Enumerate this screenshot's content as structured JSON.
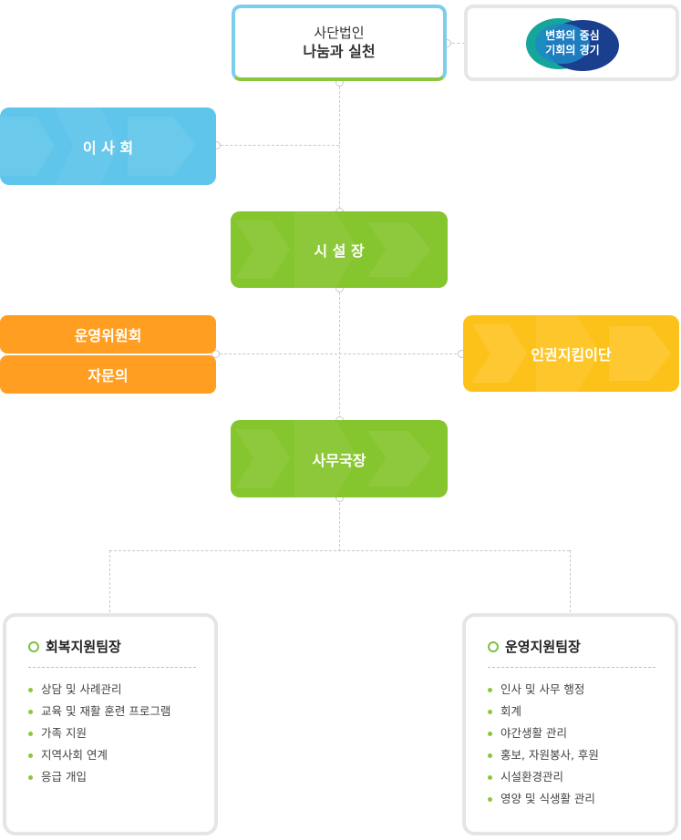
{
  "org": {
    "top": {
      "line1": "사단법인",
      "line2": "나눔과 실천"
    },
    "slogan": {
      "line1": "변화의 중심",
      "line2": "기회의 경기"
    },
    "board": "이 사 회",
    "director": "시 설 장",
    "committee": "운영위원회",
    "advisory": "자문의",
    "rights_team": "인권지킴이단",
    "secretary": "사무국장"
  },
  "teams": [
    {
      "title": "회복지원팀장",
      "items": [
        "상담 및 사례관리",
        "교육 및 재활 훈련 프로그램",
        "가족 지원",
        "지역사회 연계",
        "응급 개입"
      ]
    },
    {
      "title": "운영지원팀장",
      "items": [
        "인사 및 사무 행정",
        "회계",
        "야간생활 관리",
        "홍보, 자원봉사, 후원",
        "시설환경관리",
        "영양 및 식생활 관리"
      ]
    }
  ],
  "colors": {
    "blue": "#5fc5ea",
    "green": "#85c52d",
    "orange": "#ff9e20",
    "yellow": "#fdc21a",
    "slogan_blue": "#1b3f8f",
    "slogan_green": "#16a59a"
  }
}
